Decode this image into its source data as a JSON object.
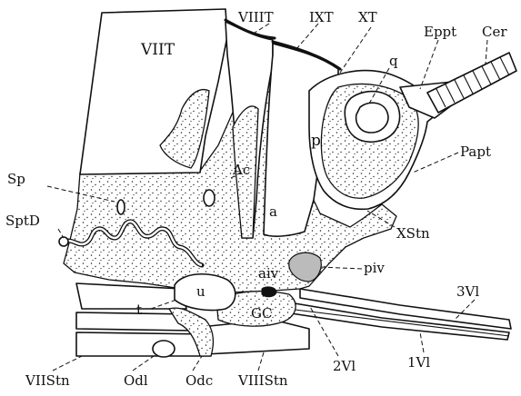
{
  "figure": {
    "labels": {
      "viiit_big": "VIIT",
      "viiit": "VIIIT",
      "ixt": "IXT",
      "xt": "XT",
      "eppt": "Eppt",
      "cer": "Cer",
      "q": "q",
      "p": "p",
      "papt": "Papt",
      "ac": "Ac",
      "a": "a",
      "sp": "Sp",
      "sptd": "SptD",
      "xstn": "XStn",
      "aiv": "aiv",
      "piv": "piv",
      "u": "u",
      "t": "t",
      "gc": "GC",
      "vl3": "3Vl",
      "vl2": "2Vl",
      "vl1": "1Vl",
      "viistn": "VIIStn",
      "odl": "Odl",
      "odc": "Odc",
      "viiistn": "VIIIStn"
    }
  }
}
